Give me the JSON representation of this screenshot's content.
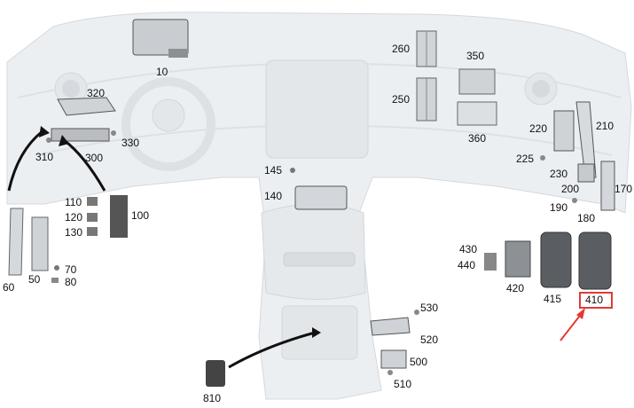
{
  "labels": [
    {
      "id": "p10",
      "text": "10"
    },
    {
      "id": "p260",
      "text": "260"
    },
    {
      "id": "p350",
      "text": "350"
    },
    {
      "id": "p250",
      "text": "250"
    },
    {
      "id": "p360",
      "text": "360"
    },
    {
      "id": "p320",
      "text": "320"
    },
    {
      "id": "p330",
      "text": "330"
    },
    {
      "id": "p310",
      "text": "310"
    },
    {
      "id": "p300",
      "text": "300"
    },
    {
      "id": "p220",
      "text": "220"
    },
    {
      "id": "p210",
      "text": "210"
    },
    {
      "id": "p225",
      "text": "225"
    },
    {
      "id": "p230",
      "text": "230"
    },
    {
      "id": "p200",
      "text": "200"
    },
    {
      "id": "p170",
      "text": "170"
    },
    {
      "id": "p190",
      "text": "190"
    },
    {
      "id": "p180",
      "text": "180"
    },
    {
      "id": "p145",
      "text": "145"
    },
    {
      "id": "p140",
      "text": "140"
    },
    {
      "id": "p110",
      "text": "110"
    },
    {
      "id": "p120",
      "text": "120"
    },
    {
      "id": "p130",
      "text": "130"
    },
    {
      "id": "p100",
      "text": "100"
    },
    {
      "id": "p70",
      "text": "70"
    },
    {
      "id": "p80",
      "text": "80"
    },
    {
      "id": "p60",
      "text": "60"
    },
    {
      "id": "p50",
      "text": "50"
    },
    {
      "id": "p430",
      "text": "430"
    },
    {
      "id": "p440",
      "text": "440"
    },
    {
      "id": "p420",
      "text": "420"
    },
    {
      "id": "p415",
      "text": "415"
    },
    {
      "id": "p410",
      "text": "410"
    },
    {
      "id": "p530",
      "text": "530"
    },
    {
      "id": "p520",
      "text": "520"
    },
    {
      "id": "p500",
      "text": "500"
    },
    {
      "id": "p510",
      "text": "510"
    },
    {
      "id": "p810",
      "text": "810"
    }
  ],
  "highlight": {
    "target": "410",
    "color": "#e53935"
  }
}
